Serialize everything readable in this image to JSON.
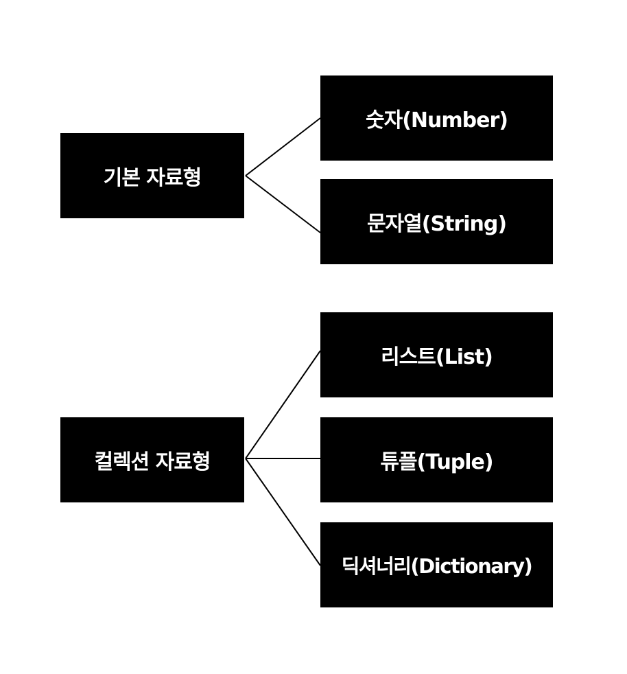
{
  "diagram": {
    "roots": [
      {
        "id": "basic",
        "label": "기본 자료형",
        "children": [
          "숫자(Number)",
          "문자열(String)"
        ]
      },
      {
        "id": "collection",
        "label": "컬렉션 자료형",
        "children": [
          "리스트(List)",
          "튜플(Tuple)",
          "딕셔너리(Dictionary)"
        ]
      }
    ],
    "colors": {
      "box_fill": "#000000",
      "box_text": "#ffffff",
      "line": "#000000",
      "background": "#ffffff"
    }
  }
}
